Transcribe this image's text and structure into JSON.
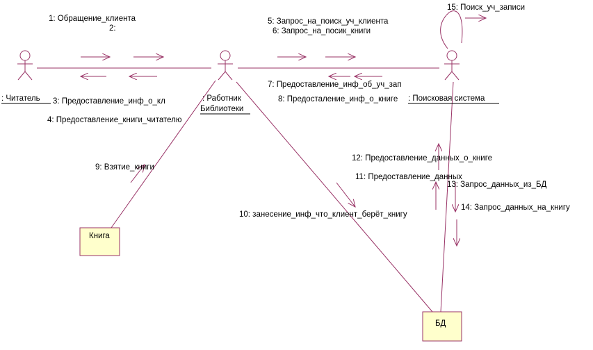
{
  "colors": {
    "line": "#993366",
    "box_fill": "#ffffcc",
    "box_stroke": "#993366",
    "text": "#000000"
  },
  "actors": [
    {
      "id": "reader",
      "label_lines": [
        ": Читатель"
      ]
    },
    {
      "id": "librarian",
      "label_lines": [
        ": Работник",
        "Библиотеки"
      ]
    },
    {
      "id": "search",
      "label_lines": [
        ": Поисковая система"
      ]
    }
  ],
  "objects": [
    {
      "id": "book",
      "label": "Книга"
    },
    {
      "id": "db",
      "label": "БД"
    }
  ],
  "messages": [
    "1: Обращение_клиента",
    "2:",
    "3: Предоставление_инф_о_кл",
    "4: Предоставление_книги_читателю",
    "5: Запрос_на_поиск_уч_клиента",
    "6: Запрос_на_посик_книги",
    "7: Предоставление_инф_об_уч_зап",
    "8: Предосталение_инф_о_книге",
    "9: Взятие_книги",
    "10: занесение_инф_что_клиент_берёт_книгу",
    "11: Предоставление_данных",
    "12: Предоставление_данных_о_книге",
    "13: Запрос_данных_из_БД",
    "14: Запрос_данных_на_книгу",
    "15: Поиск_уч_записи"
  ]
}
